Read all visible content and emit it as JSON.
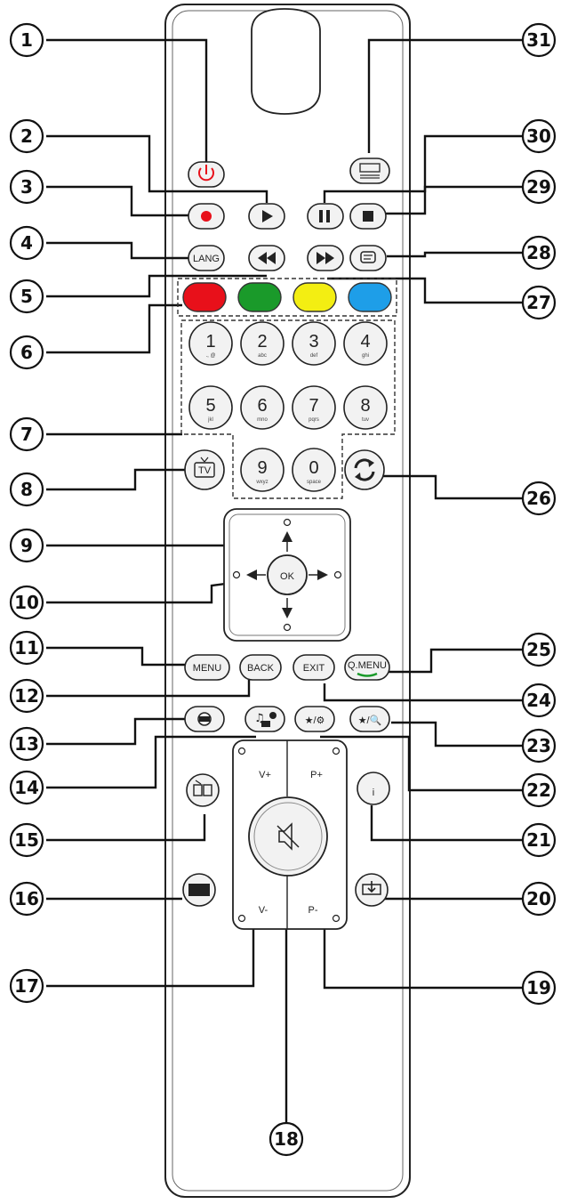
{
  "remote": {
    "buttons": {
      "lang": "LANG",
      "tv": "TV",
      "ok": "OK",
      "menu": "MENU",
      "back": "BACK",
      "exit": "EXIT",
      "qmenu": "Q.MENU",
      "vol_up": "V+",
      "vol_down": "V-",
      "prog_up": "P+",
      "prog_down": "P-",
      "info": "i",
      "star_o": "★/⚙",
      "star_q": "★/🔍"
    },
    "numpad": [
      {
        "digit": "1",
        "letters": "., @"
      },
      {
        "digit": "2",
        "letters": "abc"
      },
      {
        "digit": "3",
        "letters": "def"
      },
      {
        "digit": "4",
        "letters": "ghi"
      },
      {
        "digit": "5",
        "letters": "jkl"
      },
      {
        "digit": "6",
        "letters": "mno"
      },
      {
        "digit": "7",
        "letters": "pqrs"
      },
      {
        "digit": "8",
        "letters": "tuv"
      },
      {
        "digit": "9",
        "letters": "wxyz"
      },
      {
        "digit": "0",
        "letters": "space"
      }
    ],
    "colors": {
      "red": "#e8101a",
      "green": "#1a9a2a",
      "yellow": "#f3ee12",
      "blue": "#1e9ee8",
      "power": "#e8101a",
      "record": "#e8101a"
    }
  },
  "callouts": [
    "1",
    "2",
    "3",
    "4",
    "5",
    "6",
    "7",
    "8",
    "9",
    "10",
    "11",
    "12",
    "13",
    "14",
    "15",
    "16",
    "17",
    "18",
    "19",
    "20",
    "21",
    "22",
    "23",
    "24",
    "25",
    "26",
    "27",
    "28",
    "29",
    "30",
    "31"
  ]
}
